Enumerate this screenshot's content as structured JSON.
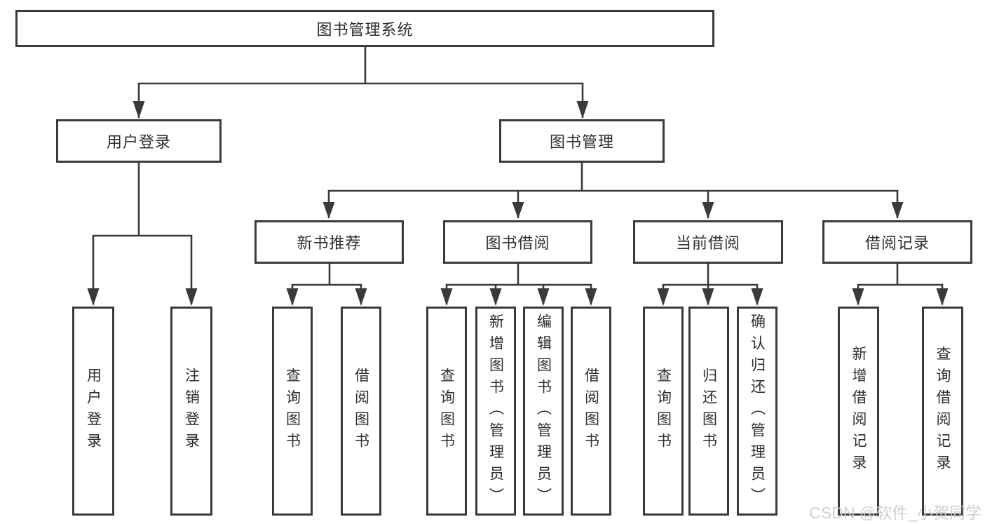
{
  "colors": {
    "line": "#3a3a3a",
    "text": "#2e2e2e",
    "box_background": "#ffffff",
    "watermark": "rgba(203,207,212,0.95)"
  },
  "watermark": {
    "text": "CSDN @软件_小贺同学"
  },
  "tree": {
    "root": {
      "label": "图书管理系统"
    },
    "branches": [
      {
        "label": "用户登录",
        "children": [
          {
            "label": "用户登录"
          },
          {
            "label": "注销登录"
          }
        ]
      },
      {
        "label": "图书管理",
        "children": [
          {
            "label": "新书推荐",
            "children": [
              {
                "label": "查询图书"
              },
              {
                "label": "借阅图书"
              }
            ]
          },
          {
            "label": "图书借阅",
            "children": [
              {
                "label": "查询图书"
              },
              {
                "label": "新增图书（管理员）"
              },
              {
                "label": "编辑图书（管理员）"
              },
              {
                "label": "借阅图书"
              }
            ]
          },
          {
            "label": "当前借阅",
            "children": [
              {
                "label": "查询图书"
              },
              {
                "label": "归还图书"
              },
              {
                "label": "确认归还（管理员）"
              }
            ]
          },
          {
            "label": "借阅记录",
            "children": [
              {
                "label": "新增借阅记录"
              },
              {
                "label": "查询借阅记录"
              }
            ]
          }
        ]
      }
    ]
  }
}
